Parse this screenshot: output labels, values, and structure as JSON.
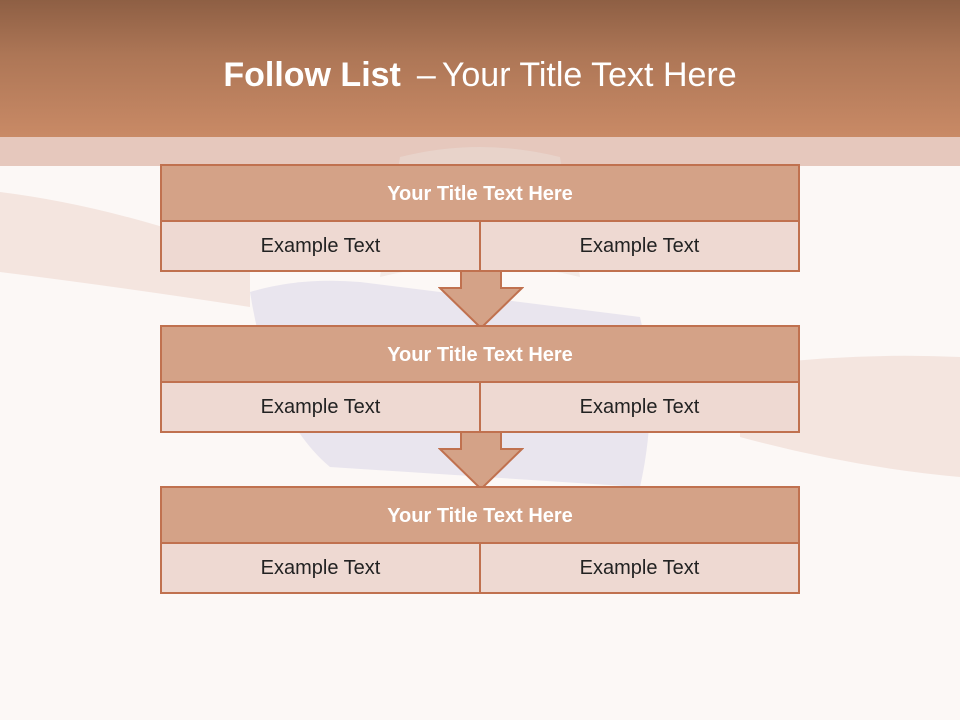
{
  "title": {
    "bold": "Follow List",
    "separator": "–",
    "rest": "Your Title Text Here"
  },
  "colors": {
    "header": "#c98a66",
    "box_title_fill": "#d4a287",
    "cell_fill": "#eed9d2",
    "border": "#c0714f"
  },
  "steps": [
    {
      "title": "Your Title Text Here",
      "left": "Example Text",
      "right": "Example Text"
    },
    {
      "title": "Your Title Text Here",
      "left": "Example Text",
      "right": "Example Text"
    },
    {
      "title": "Your Title Text Here",
      "left": "Example Text",
      "right": "Example Text"
    }
  ],
  "connector_icon": "down-arrow-icon"
}
